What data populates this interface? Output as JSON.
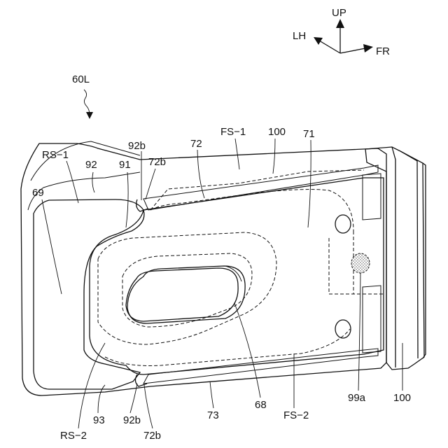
{
  "figure": {
    "part_number": "60L"
  },
  "axes": {
    "up": "UP",
    "left_hand": "LH",
    "front": "FR"
  },
  "labels": {
    "rs1": "RS−1",
    "rs2": "RS−2",
    "fs1": "FS−1",
    "fs2": "FS−2",
    "n92": "92",
    "n91": "91",
    "n92b_top": "92b",
    "n72b_top": "72b",
    "n72": "72",
    "n100_top": "100",
    "n71": "71",
    "n69": "69",
    "n68": "68",
    "n73": "73",
    "n93": "93",
    "n92b_bottom": "92b",
    "n72b_bottom": "72b",
    "n99a": "99a",
    "n100_bottom": "100"
  }
}
